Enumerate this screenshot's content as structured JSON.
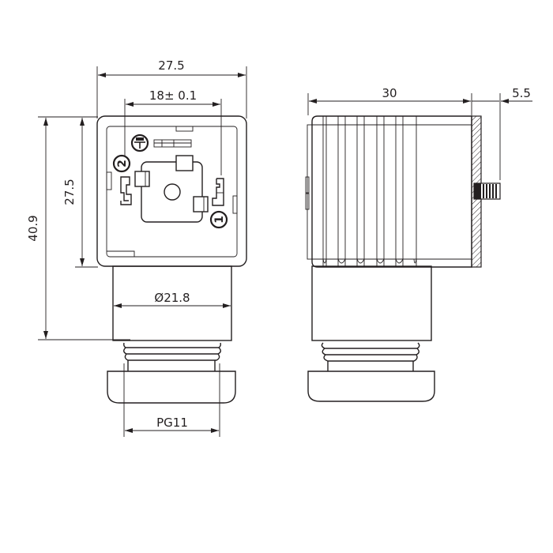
{
  "drawing": {
    "subject": "Solenoid valve connector dimensional drawing",
    "units": "mm",
    "front_view": {
      "dimensions": {
        "overall_width": "27.5",
        "pin_spacing": "18± 0.1",
        "body_height": "27.5",
        "overall_height": "40.9",
        "neck_diameter": "Ø21.8",
        "cable_gland_thread": "PG11"
      },
      "terminal_markings": [
        "⏚",
        "2",
        "1"
      ]
    },
    "side_view": {
      "dimensions": {
        "depth": "30",
        "screw_protrusion": "5.5"
      }
    }
  }
}
